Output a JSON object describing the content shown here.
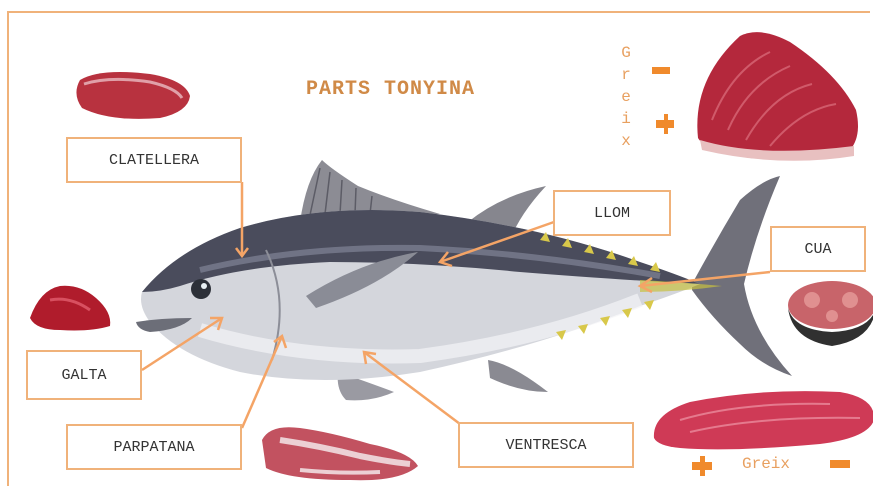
{
  "title": "PARTS TONYINA",
  "parts": {
    "clatellera": "CLATELLERA",
    "llom": "LLOM",
    "cua": "CUA",
    "galta": "GALTA",
    "parpatana": "PARPATANA",
    "ventresca": "VENTRESCA"
  },
  "fat_scale": {
    "vertical_letters": [
      "G",
      "r",
      "e",
      "i",
      "x"
    ],
    "horizontal_label": "Greix",
    "colors": {
      "accent": "#f08a2c",
      "border": "#f0b27a"
    }
  }
}
